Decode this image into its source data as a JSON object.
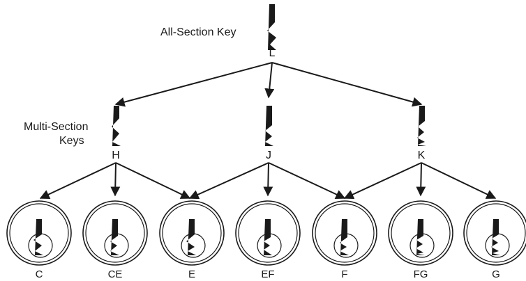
{
  "captions": {
    "all_section": "All-Section Key",
    "multi_section_line1": "Multi-Section",
    "multi_section_line2": "Keys"
  },
  "top_key": {
    "label": "L"
  },
  "multi_keys": [
    {
      "label": "H"
    },
    {
      "label": "J"
    },
    {
      "label": "K"
    }
  ],
  "cylinders": [
    {
      "label": "C"
    },
    {
      "label": "CE"
    },
    {
      "label": "E"
    },
    {
      "label": "EF"
    },
    {
      "label": "F"
    },
    {
      "label": "FG"
    },
    {
      "label": "G"
    }
  ],
  "edges": [
    {
      "from": "L",
      "to": "H"
    },
    {
      "from": "L",
      "to": "J"
    },
    {
      "from": "L",
      "to": "K"
    },
    {
      "from": "H",
      "to": "C"
    },
    {
      "from": "H",
      "to": "CE"
    },
    {
      "from": "H",
      "to": "E"
    },
    {
      "from": "J",
      "to": "E"
    },
    {
      "from": "J",
      "to": "EF"
    },
    {
      "from": "J",
      "to": "F"
    },
    {
      "from": "K",
      "to": "F"
    },
    {
      "from": "K",
      "to": "FG"
    },
    {
      "from": "K",
      "to": "G"
    }
  ],
  "colors": {
    "ink": "#1a1a1a",
    "background": "#ffffff"
  }
}
